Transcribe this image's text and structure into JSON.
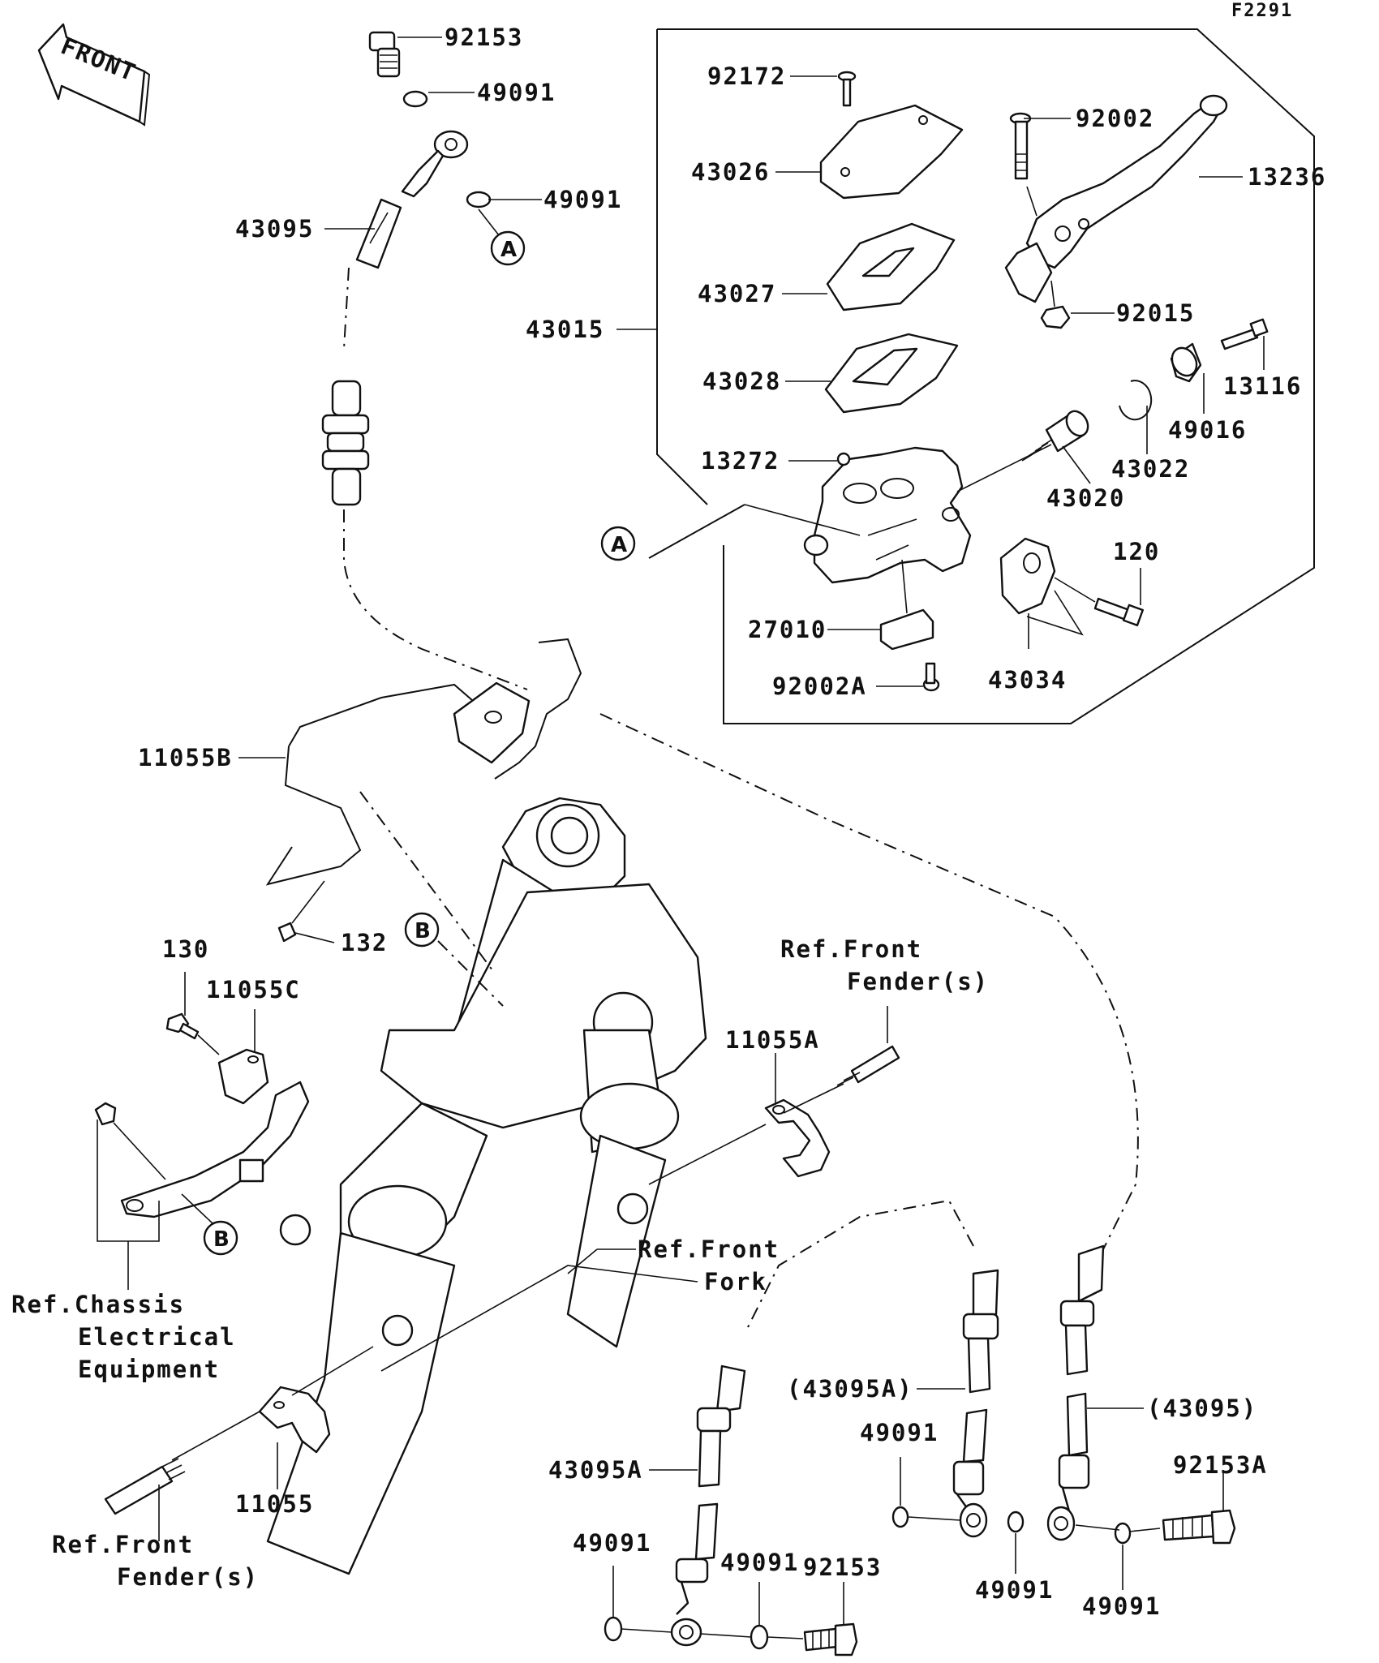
{
  "diagram_code": "F2291",
  "front_arrow_text": "FRONT",
  "callouts": {
    "A": "A",
    "B": "B"
  },
  "labels": {
    "p92153_top": "92153",
    "p49091_a": "49091",
    "p49091_b": "49091",
    "p43095": "43095",
    "p92172": "92172",
    "p43026": "43026",
    "p43027": "43027",
    "p43015": "43015",
    "p43028": "43028",
    "p13272": "13272",
    "p27010": "27010",
    "p92002A": "92002A",
    "p92002": "92002",
    "p13236": "13236",
    "p92015": "92015",
    "p13116": "13116",
    "p49016": "49016",
    "p43022": "43022",
    "p43020": "43020",
    "p120": "120",
    "p43034": "43034",
    "p11055B": "11055B",
    "p132": "132",
    "p130": "130",
    "p11055C": "11055C",
    "p11055A": "11055A",
    "p11055": "11055",
    "p43095A_paren": "(43095A)",
    "p43095_paren": "(43095)",
    "p43095A": "43095A",
    "p49091_c": "49091",
    "p49091_d": "49091",
    "p49091_e": "49091",
    "p49091_f": "49091",
    "p49091_g": "49091",
    "p92153_bottom": "92153",
    "p92153A": "92153A"
  },
  "references": {
    "front_fender_top_1": "Ref.Front",
    "front_fender_top_2": "Fender(s)",
    "front_fork_1": "Ref.Front",
    "front_fork_2": "Fork",
    "chassis_1": "Ref.Chassis",
    "chassis_2": "Electrical",
    "chassis_3": "Equipment",
    "front_fender_bottom_1": "Ref.Front",
    "front_fender_bottom_2": "Fender(s)"
  }
}
